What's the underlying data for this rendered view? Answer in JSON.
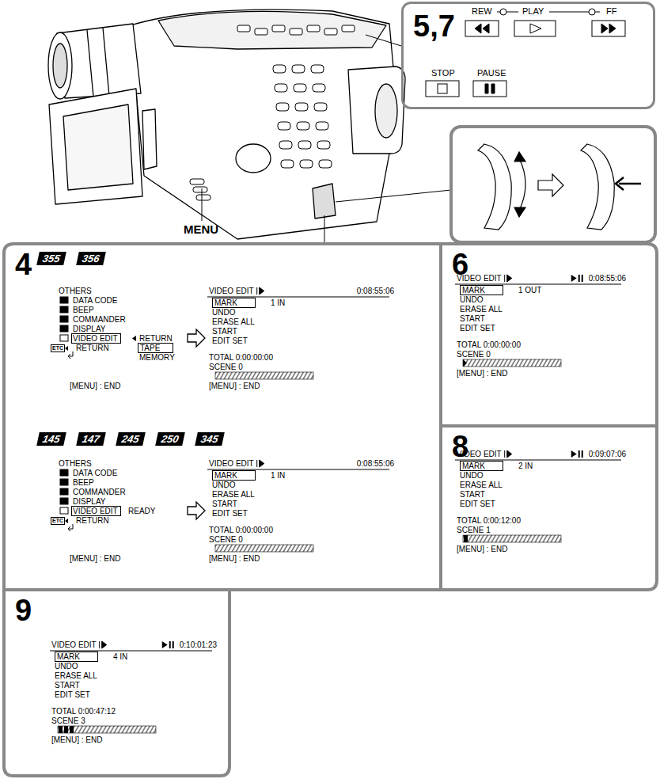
{
  "diagram": {
    "nodes": [
      {
        "text": [
          "5,7"
        ]
      },
      {
        "text": [
          "4"
        ]
      },
      {
        "text": [
          "OTHERS",
          "DATA CODE",
          "BEEP",
          "COMMANDER",
          "DISPLAY",
          "VIDEO EDIT",
          "RETURN",
          "RETURN",
          "TAPE",
          "MEMORY",
          "ETC",
          "[MENU] : END"
        ],
        "in": 1
      },
      {
        "text": [
          "VIDEO EDIT",
          "0:08:55:06",
          "MARK",
          "1 IN",
          "UNDO",
          "ERASE ALL",
          "START",
          "EDIT SET",
          "TOTAL 0:00:00:00",
          "SCENE 0",
          "[MENU] : END"
        ],
        "in": 1
      },
      {
        "text": [
          "OTHERS",
          "DATA CODE",
          "BEEP",
          "COMMANDER",
          "DISPLAY",
          "VIDEO EDIT",
          "READY",
          "RETURN",
          "ETC",
          "[MENU] : END"
        ],
        "in": 1
      },
      {
        "text": [
          "VIDEO EDIT",
          "0:08:55:06",
          "MARK",
          "1 IN",
          "UNDO",
          "ERASE ALL",
          "START",
          "EDIT SET",
          "TOTAL 0:00:00:00",
          "SCENE 0",
          "[MENU] : END"
        ],
        "in": 1
      },
      {
        "text": [
          "6"
        ]
      },
      {
        "text": [
          "VIDEO EDIT",
          "0:08:55:06",
          "MARK",
          "1 OUT",
          "UNDO",
          "ERASE ALL",
          "START",
          "EDIT SET",
          "TOTAL 0:00:00:00",
          "SCENE 0",
          "[MENU] : END"
        ],
        "in": 6
      },
      {
        "text": [
          "8"
        ]
      },
      {
        "text": [
          "VIDEO EDIT",
          "0:09:07:06",
          "MARK",
          "2 IN",
          "UNDO",
          "ERASE ALL",
          "START",
          "EDIT SET",
          "TOTAL 0:00:12:00",
          "SCENE 1",
          "[MENU] : END"
        ],
        "in": 8
      },
      {
        "text": [
          "9"
        ]
      },
      {
        "text": [
          "VIDEO EDIT",
          "0:10:01:23",
          "MARK",
          "4 IN",
          "UNDO",
          "ERASE ALL",
          "START",
          "EDIT SET",
          "TOTAL 0:00:47:12",
          "SCENE 3",
          "[MENU] : END"
        ],
        "in": 10
      }
    ],
    "edges": [
      {
        "from": 2,
        "to": 3,
        "arrow": "to"
      },
      {
        "from": 4,
        "to": 5,
        "arrow": "to"
      }
    ],
    "labels": [
      "MENU",
      "REW",
      "PLAY",
      "FF",
      "STOP",
      "PAUSE",
      "355",
      "356",
      "145",
      "147",
      "245",
      "250",
      "345"
    ]
  }
}
